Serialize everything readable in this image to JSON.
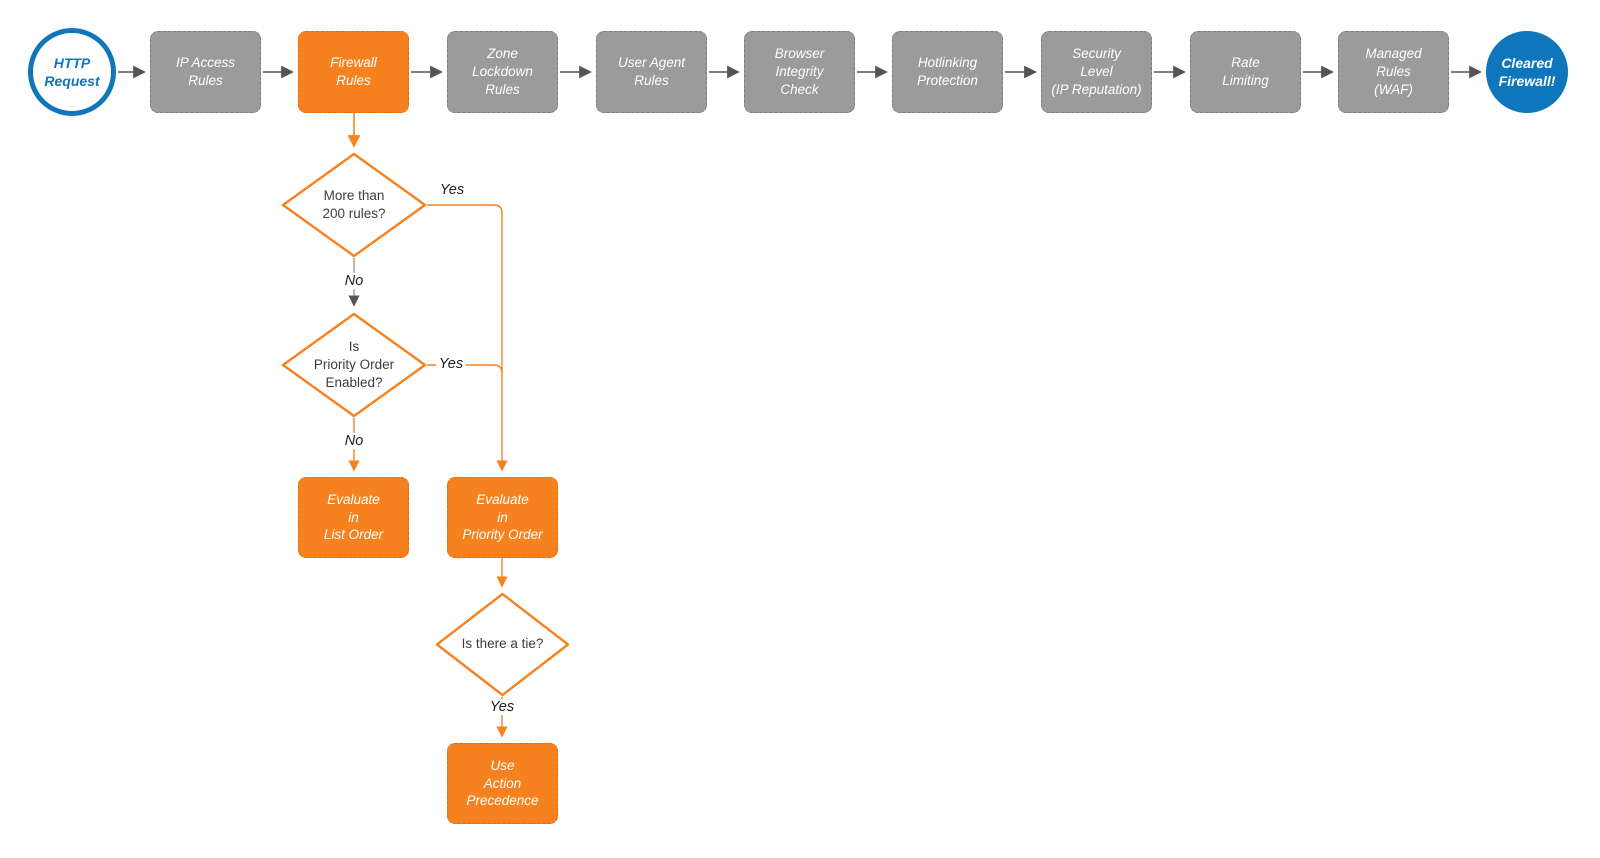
{
  "colors": {
    "accent_orange": "#f6821f",
    "step_gray": "#9b9b9b",
    "terminal_blue": "#1076bc",
    "connector_dark": "#545454",
    "connector_light": "#999999",
    "diamond_text": "#3d3d3d"
  },
  "pipeline": {
    "start": {
      "label": "HTTP\nRequest"
    },
    "steps": [
      {
        "label": "IP Access\nRules",
        "highlight": false
      },
      {
        "label": "Firewall\nRules",
        "highlight": true
      },
      {
        "label": "Zone\nLockdown\nRules",
        "highlight": false
      },
      {
        "label": "User Agent\nRules",
        "highlight": false
      },
      {
        "label": "Browser\nIntegrity\nCheck",
        "highlight": false
      },
      {
        "label": "Hotlinking\nProtection",
        "highlight": false
      },
      {
        "label": "Security\nLevel\n(IP Reputation)",
        "highlight": false
      },
      {
        "label": "Rate\nLimiting",
        "highlight": false
      },
      {
        "label": "Managed\nRules\n(WAF)",
        "highlight": false
      }
    ],
    "end": {
      "label": "Cleared\nFirewall!"
    }
  },
  "branch": {
    "decision_rule_count": {
      "label": "More than\n200 rules?",
      "yes_label": "Yes",
      "no_label": "No"
    },
    "decision_priority_enabled": {
      "label": "Is\nPriority Order\nEnabled?",
      "yes_label": "Yes",
      "no_label": "No"
    },
    "decision_tie": {
      "label": "Is there a tie?",
      "yes_label": "Yes"
    },
    "action_list_order": {
      "label": "Evaluate\nin\nList Order"
    },
    "action_priority_order": {
      "label": "Evaluate\nin\nPriority Order"
    },
    "action_precedence": {
      "label": "Use\nAction\nPrecedence"
    }
  }
}
